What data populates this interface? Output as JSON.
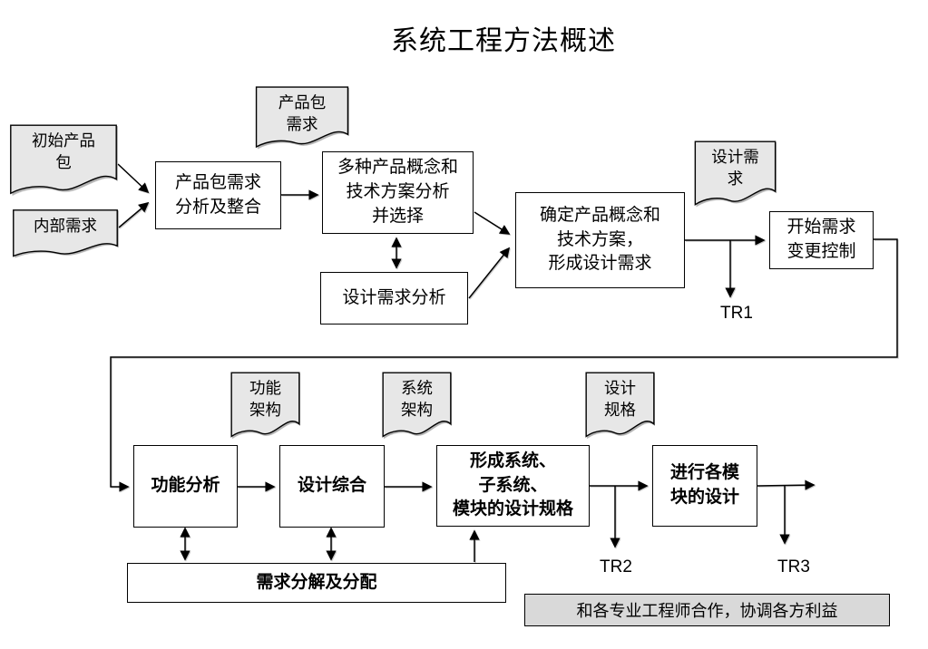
{
  "title": "系统工程方法概述",
  "colors": {
    "box_fill": "#ffffff",
    "doc_fill": "#e7e7e7",
    "note_fill": "#d9d9d9",
    "line": "#000000"
  },
  "nodes": {
    "doc_initial": {
      "label": "初始产品\n包"
    },
    "doc_internal": {
      "label": "内部需求"
    },
    "doc_pkg_req": {
      "label": "产品包\n需求"
    },
    "doc_design_req": {
      "label": "设计需\n求"
    },
    "doc_func_arch": {
      "label": "功能\n架构"
    },
    "doc_sys_arch": {
      "label": "系统\n架构"
    },
    "doc_design_spec": {
      "label": "设计\n规格"
    },
    "box_pkg_analysis": {
      "label": "产品包需求\n分析及整合"
    },
    "box_concepts": {
      "label": "多种产品概念和\n技术方案分析\n并选择"
    },
    "box_design_analysis": {
      "label": "设计需求分析"
    },
    "box_confirm": {
      "label": "确定产品概念和\n技术方案，\n形成设计需求"
    },
    "box_change_control": {
      "label": "开始需求\n变更控制"
    },
    "box_func_analysis": {
      "label": "功能分析"
    },
    "box_design_synthesis": {
      "label": "设计综合"
    },
    "box_form_spec": {
      "label": "形成系统、\n子系统、\n模块的设计规格"
    },
    "box_module_design": {
      "label": "进行各模\n块的设计"
    },
    "box_req_decompose": {
      "label": "需求分解及分配"
    },
    "note_cooperate": {
      "label": "和各专业工程师合作，协调各方利益"
    }
  },
  "labels": {
    "tr1": "TR1",
    "tr2": "TR2",
    "tr3": "TR3"
  }
}
